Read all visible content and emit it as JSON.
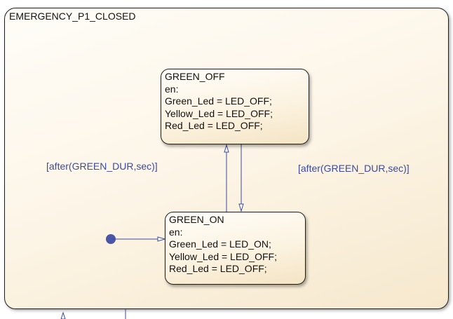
{
  "superstate": {
    "title": "EMERGENCY_P1_CLOSED"
  },
  "states": {
    "green_off": {
      "name": "GREEN_OFF",
      "lines": [
        "en:",
        "Green_Led = LED_OFF;",
        "Yellow_Led = LED_OFF;",
        "Red_Led = LED_OFF;"
      ]
    },
    "green_on": {
      "name": "GREEN_ON",
      "lines": [
        "en:",
        "Green_Led = LED_ON;",
        "Yellow_Led = LED_OFF;",
        "Red_Led = LED_OFF;"
      ]
    }
  },
  "transitions": {
    "on_to_off_label": "[after(GREEN_DUR,sec)]",
    "off_to_on_label": "[after(GREEN_DUR,sec)]"
  },
  "colors": {
    "transition": "#3b4aa0",
    "default_dot": "#4a55a8",
    "border": "#1e1e1e"
  }
}
